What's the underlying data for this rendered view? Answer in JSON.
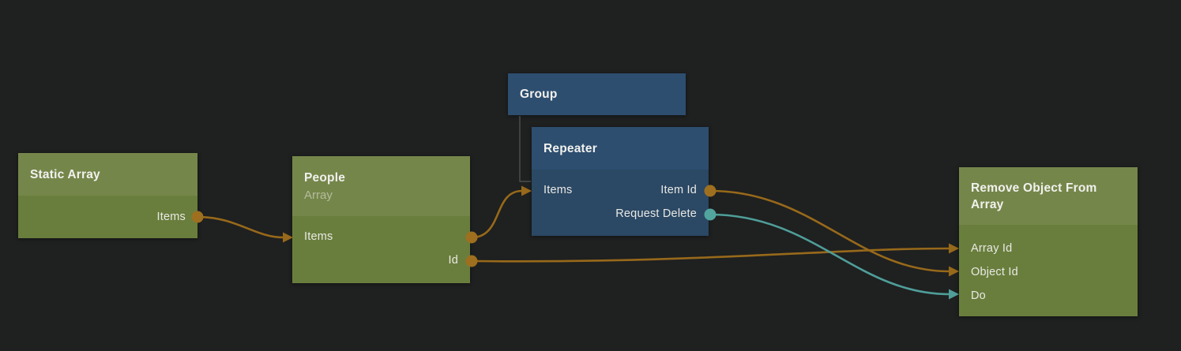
{
  "colors": {
    "background": "#1f2020",
    "green_header": "#75864a",
    "green_body": "#697e3c",
    "blue_header": "#2d4e6f",
    "blue_body": "#2b4864",
    "orange": "#97691a",
    "orange_dot": "#9e6f1f",
    "teal": "#4f9e99",
    "teal_dot": "#52a49f",
    "group_line": "#565656"
  },
  "nodes": {
    "static_array": {
      "title": "Static Array",
      "ports": {
        "items": "Items"
      }
    },
    "people": {
      "title": "People",
      "subtitle": "Array",
      "ports": {
        "items": "Items",
        "id": "Id"
      }
    },
    "group": {
      "title": "Group"
    },
    "repeater": {
      "title": "Repeater",
      "ports": {
        "items": "Items",
        "item_id": "Item Id",
        "request_delete": "Request Delete"
      }
    },
    "remove_object_from_array": {
      "title": "Remove Object From Array",
      "ports": {
        "array_id": "Array Id",
        "object_id": "Object Id",
        "do": "Do"
      }
    }
  },
  "connections": [
    {
      "from_node": "Static Array",
      "from_port": "Items",
      "to_node": "People",
      "to_port": "Items",
      "color": "orange"
    },
    {
      "from_node": "People",
      "from_port": "Items",
      "to_node": "Repeater",
      "to_port": "Items",
      "color": "orange"
    },
    {
      "from_node": "People",
      "from_port": "Id",
      "to_node": "Remove Object From Array",
      "to_port": "Array Id",
      "color": "orange"
    },
    {
      "from_node": "Repeater",
      "from_port": "Item Id",
      "to_node": "Remove Object From Array",
      "to_port": "Object Id",
      "color": "orange"
    },
    {
      "from_node": "Repeater",
      "from_port": "Request Delete",
      "to_node": "Remove Object From Array",
      "to_port": "Do",
      "color": "teal"
    }
  ],
  "hierarchy": {
    "parent": "Group",
    "child": "Repeater"
  }
}
